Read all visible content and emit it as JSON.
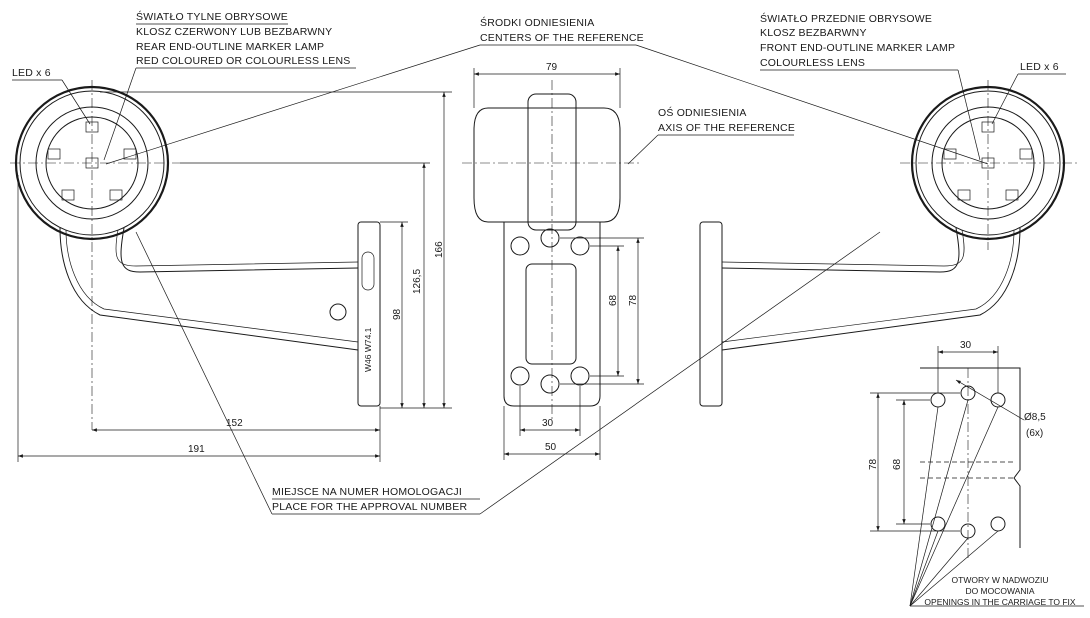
{
  "rear_lamp": {
    "title_pl": "ŚWIATŁO TYLNE OBRYSOWE",
    "lens_pl": "KLOSZ  CZERWONY LUB BEZBARWNY",
    "title_en": "REAR END-OUTLINE MARKER LAMP",
    "lens_en": "RED COLOURED OR COLOURLESS LENS",
    "led_count": "LED x 6"
  },
  "reference_centers": {
    "pl": "ŚRODKI ODNIESIENIA",
    "en": "CENTERS OF THE REFERENCE"
  },
  "reference_axis": {
    "pl": "OŚ ODNIESIENIA",
    "en": "AXIS OF THE REFERENCE"
  },
  "front_lamp": {
    "title_pl": "ŚWIATŁO PRZEDNIE OBRYSOWE",
    "lens_pl": "KLOSZ BEZBARWNY",
    "title_en": "FRONT END-OUTLINE MARKER LAMP",
    "lens_en": "COLOURLESS LENS",
    "led_count": "LED x 6"
  },
  "approval": {
    "pl": "MIEJSCE NA NUMER HOMOLOGACJI",
    "en": "PLACE FOR THE APPROVAL NUMBER",
    "mark": "W46 W74.1"
  },
  "openings": {
    "pl1": "OTWORY W NADWOZIU",
    "pl2": "DO MOCOWANIA",
    "en": "OPENINGS IN THE CARRIAGE TO FIX",
    "diameter": "Ø8,5",
    "count": "(6x)"
  },
  "dimensions": {
    "height_total": "166",
    "height_mid": "126,5",
    "height_bracket": "98",
    "width_mid": "152",
    "width_total": "191",
    "lamp_width": "79",
    "holes_inner": "68",
    "holes_outer": "78",
    "holes_pitch": "30",
    "plate_width": "50",
    "pattern_pitch": "30",
    "pattern_outer": "78",
    "pattern_inner": "68"
  }
}
